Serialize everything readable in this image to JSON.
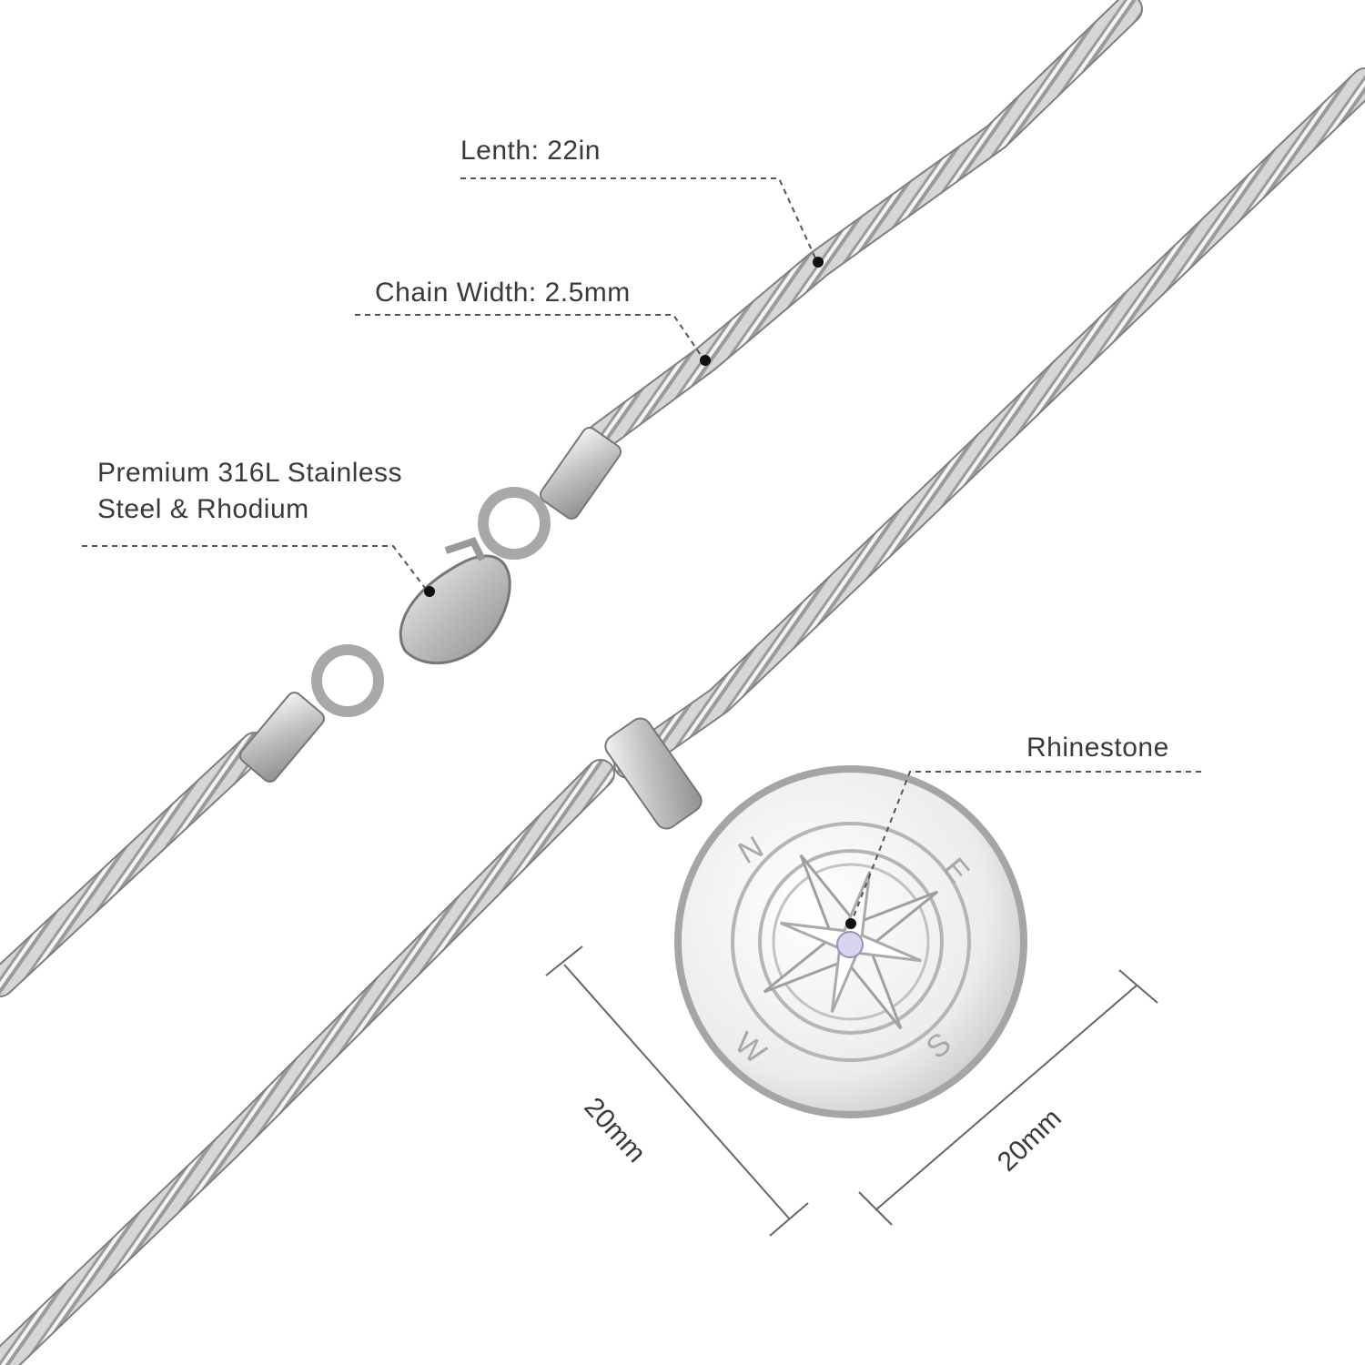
{
  "callouts": {
    "length": "Lenth: 22in",
    "chain_width": "Chain Width: 2.5mm",
    "material_line1": "Premium 316L Stainless",
    "material_line2": "Steel & Rhodium",
    "rhinestone": "Rhinestone"
  },
  "dimensions": {
    "pendant_height": "20mm",
    "pendant_width": "20mm"
  },
  "compass_letters": {
    "north": "N",
    "east": "E",
    "south": "S",
    "west": "W"
  },
  "colors": {
    "background": "#ffffff",
    "metal": "#c9c9c9",
    "text": "#3a3a3a",
    "stone": "#d9d2f0"
  }
}
